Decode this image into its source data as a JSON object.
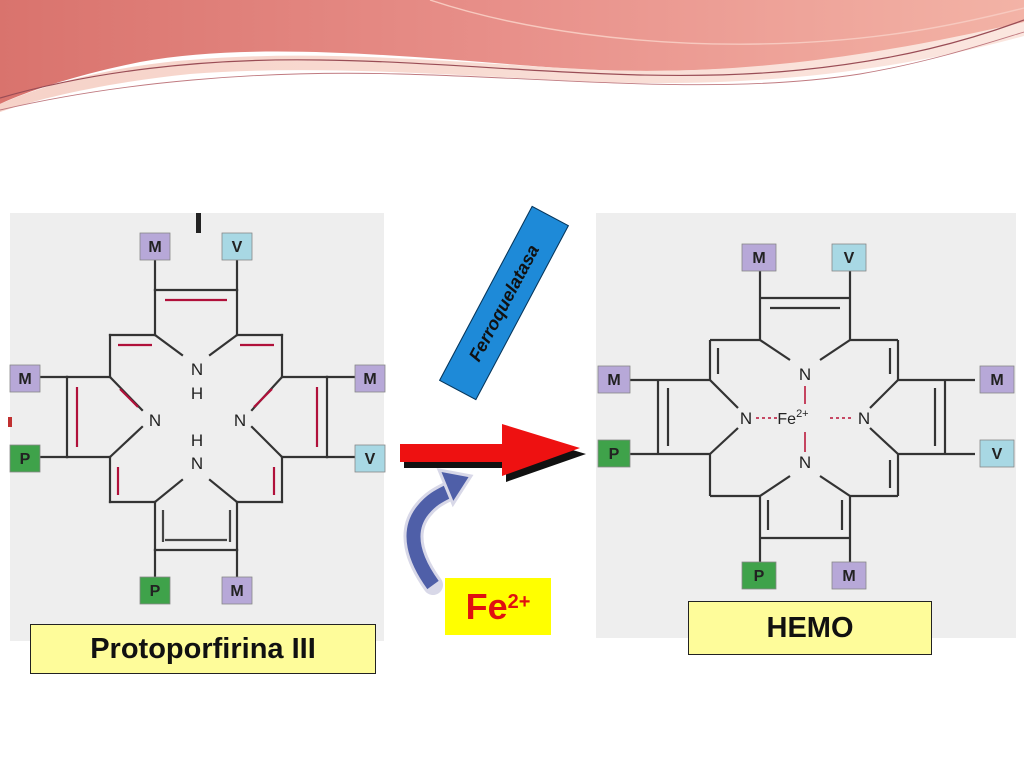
{
  "left_molecule": {
    "caption": "Protoporfirina III",
    "substituents": {
      "top_left": "M",
      "top_right": "V",
      "left_top": "M",
      "left_bottom": "P",
      "right_top": "M",
      "right_bottom": "V",
      "bottom_left": "P",
      "bottom_right": "M"
    },
    "atoms": {
      "n_top": "N",
      "h_top": "H",
      "n_left": "N",
      "n_right": "N",
      "h_bottom": "H",
      "n_bottom": "N"
    }
  },
  "right_molecule": {
    "caption": "HEMO",
    "substituents": {
      "top_left": "M",
      "top_right": "V",
      "left_top": "M",
      "left_bottom": "P",
      "right_top": "M",
      "right_bottom": "V",
      "bottom_left": "P",
      "bottom_right": "M"
    },
    "atoms": {
      "n_top": "N",
      "n_left": "N",
      "n_right": "N",
      "n_bottom": "N",
      "metal": "Fe",
      "metal_charge": "2+"
    }
  },
  "enzyme_label": "Ferroquelatasa",
  "cofactor": {
    "symbol": "Fe",
    "charge": "2+"
  },
  "colors": {
    "methyl_box": "#b7a8d8",
    "vinyl_box": "#a8d8e4",
    "propionate_box": "#3fa24a",
    "arrow_red": "#ee1111",
    "enzyme_bg": "#1e8ad8",
    "curved_arrow": "#4f5fa8",
    "label_bg": "#fefc9a",
    "fe_box_bg": "#ffff00",
    "fe_text": "#e01010",
    "double_bond_accent": "#b0103a"
  }
}
